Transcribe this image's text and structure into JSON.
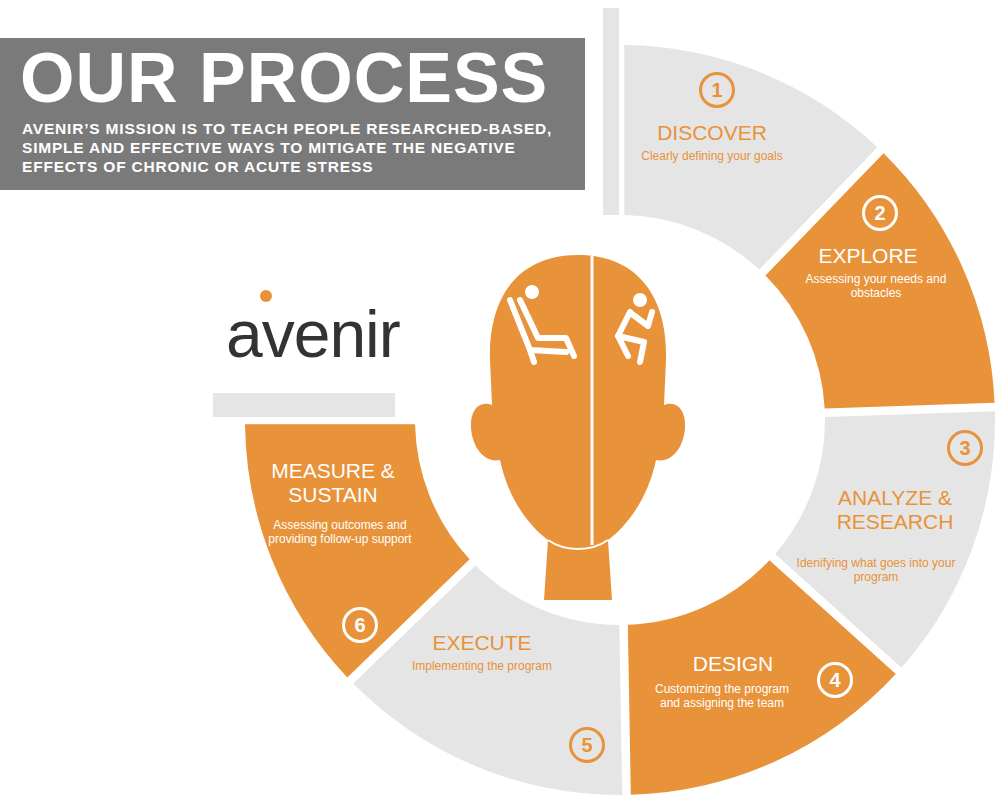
{
  "diagram": {
    "title": "OUR PROCESS",
    "nodes": [
      {
        "text": [
          "1",
          "DISCOVER",
          "Clearly defining your goals"
        ]
      },
      {
        "text": [
          "2",
          "EXPLORE",
          "Assessing your needs and obstacles"
        ]
      },
      {
        "text": [
          "3",
          "ANALYZE & RESEARCH",
          "Idenifying what goes into your program"
        ]
      },
      {
        "text": [
          "DESIGN",
          "Customizing the program and assigning the team",
          "4"
        ]
      },
      {
        "text": [
          "EXECUTE",
          "Implementing the program",
          "5"
        ]
      },
      {
        "text": [
          "MEASURE & SUSTAIN",
          "Assessing outcomes and providing follow-up support",
          "6"
        ]
      }
    ],
    "labels": [
      "AVENIR’S MISSION IS TO TEACH PEOPLE RESEARCHED-BASED, SIMPLE AND EFFECTIVE WAYS TO MITIGATE THE NEGATIVE EFFECTS OF CHRONIC OR ACUTE STRESS",
      "avenir"
    ]
  }
}
